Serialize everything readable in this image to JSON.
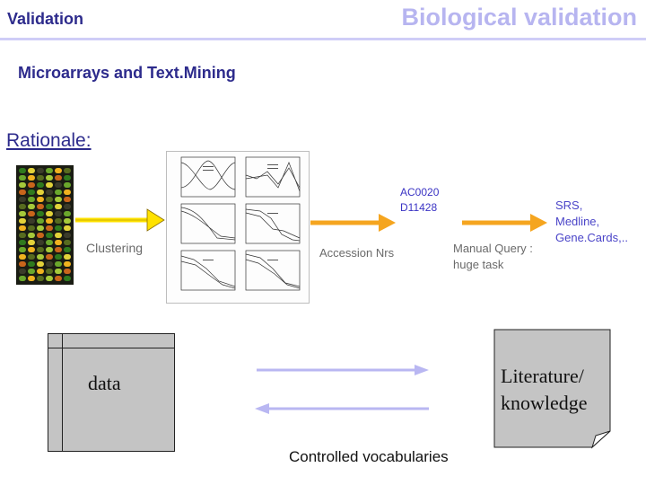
{
  "header": {
    "left_title": "Validation",
    "right_title": "Biological validation"
  },
  "subtitle": "Microarrays and Text.Mining",
  "section_heading": "Rationale:",
  "pipeline": {
    "clustering_label": "Clustering",
    "accession_codes": [
      "AC0020",
      "D11428"
    ],
    "accession_label": "Accession Nrs",
    "manual_query_lines": [
      "Manual Query :",
      "huge task"
    ],
    "databases_lines": [
      "SRS,",
      "Medline,",
      "Gene.Cards,.."
    ]
  },
  "bottom": {
    "data_label": "data",
    "literature_lines": [
      "Literature/",
      "knowledge"
    ],
    "controlled_vocab": "Controlled vocabularies"
  },
  "colors": {
    "title_dark": "#2d2b8c",
    "title_light": "#b7b5f0",
    "arrow_orange": "#f5a51f",
    "arrow_yellow": "#ffe200",
    "doubleheaded_arrow": "#b9b7f2",
    "box_gray": "#c4c4c4"
  },
  "icons": {
    "microarray_image": "microarray-chip",
    "cluster_plots": "cluster-profile-plots",
    "document_icon": "folded-page"
  }
}
